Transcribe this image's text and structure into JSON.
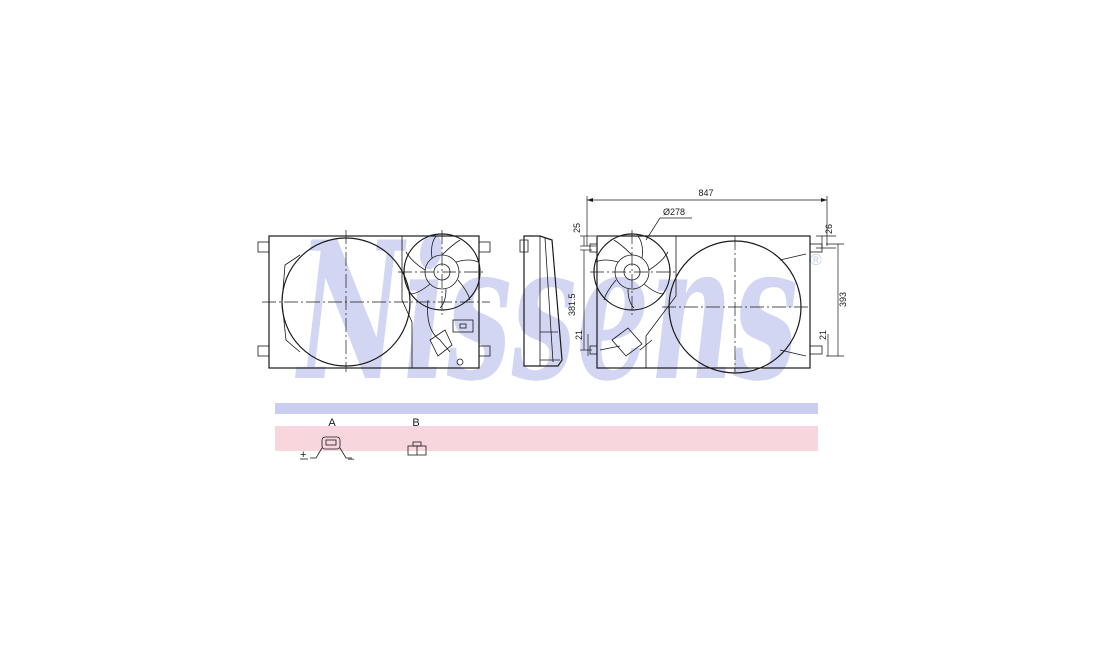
{
  "watermark": {
    "text": "Nissens",
    "registered_mark": "®",
    "color": "#c9cdf0",
    "band_top_color": "#c9cdf0",
    "band_bottom_color": "#f7d6de"
  },
  "dimensions": {
    "width": "847",
    "fan_diameter": "Ø278",
    "top_offset": "25",
    "height_left": "381.5",
    "bottom_offset_left": "21",
    "top_offset_right": "26",
    "height_right": "393",
    "bottom_offset_right": "21"
  },
  "connectors": {
    "a_label": "A",
    "b_label": "B",
    "plus": "+",
    "minus": "–"
  }
}
